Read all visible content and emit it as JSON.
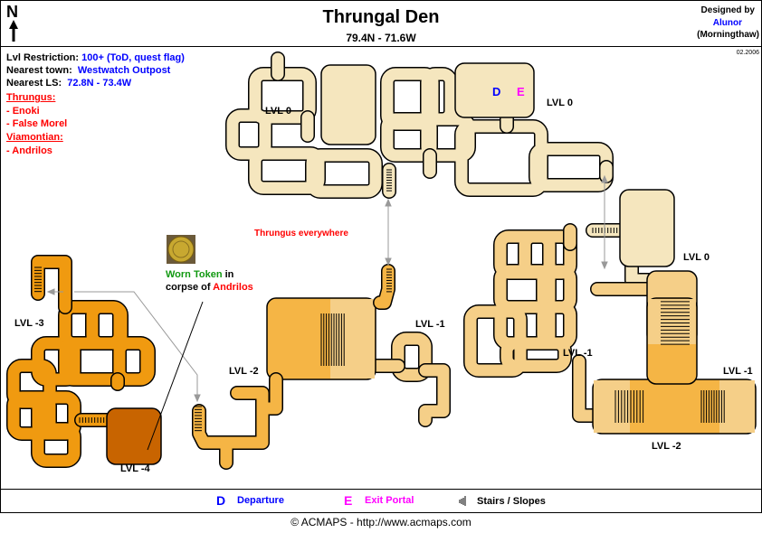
{
  "header": {
    "compass": "N",
    "title": "Thrungal  Den",
    "coords": "79.4N - 71.6W",
    "designed_by": "Designed by",
    "author": "Alunor",
    "server": "(Morningthaw)",
    "date": "02.2006"
  },
  "info": {
    "lvl_label": "Lvl Restriction:",
    "lvl_value": "100+ (ToD, quest flag)",
    "town_label": "Nearest town:",
    "town_value": "Westwatch Outpost",
    "ls_label": "Nearest LS:",
    "ls_value": "72.8N - 73.4W",
    "mobs": [
      {
        "heading": "Thrungus:",
        "items": [
          "- Enoki",
          "- False Morel"
        ]
      },
      {
        "heading": "Viamontian:",
        "items": [
          "- Andrilos"
        ]
      }
    ]
  },
  "map": {
    "levels": {
      "l0a": "LVL 0",
      "l0b": "LVL 0",
      "l0c": "LVL 0",
      "lm1a": "LVL -1",
      "lm1b": "LVL -1",
      "lm1c": "LVL -1",
      "lm2a": "LVL -2",
      "lm2b": "LVL -2",
      "lm3": "LVL -3",
      "lm4": "LVL -4"
    },
    "markers": {
      "departure": "D",
      "exit": "E"
    },
    "note": "Thrungus everywhere",
    "token": {
      "name": "Worn Token",
      "in": " in",
      "corpse": "corpse of ",
      "mob": "Andrilos"
    },
    "colors": {
      "lvl0": "#F5E6BE",
      "lvl-1": "#F5CF88",
      "lvl-2": "#F5B545",
      "lvl-3": "#F09A10",
      "lvl-4": "#C86400"
    }
  },
  "legend": {
    "d": "D",
    "departure": "Departure",
    "e": "E",
    "exit": "Exit Portal",
    "stairs": "Stairs / Slopes"
  },
  "footer": "© ACMAPS - http://www.acmaps.com"
}
